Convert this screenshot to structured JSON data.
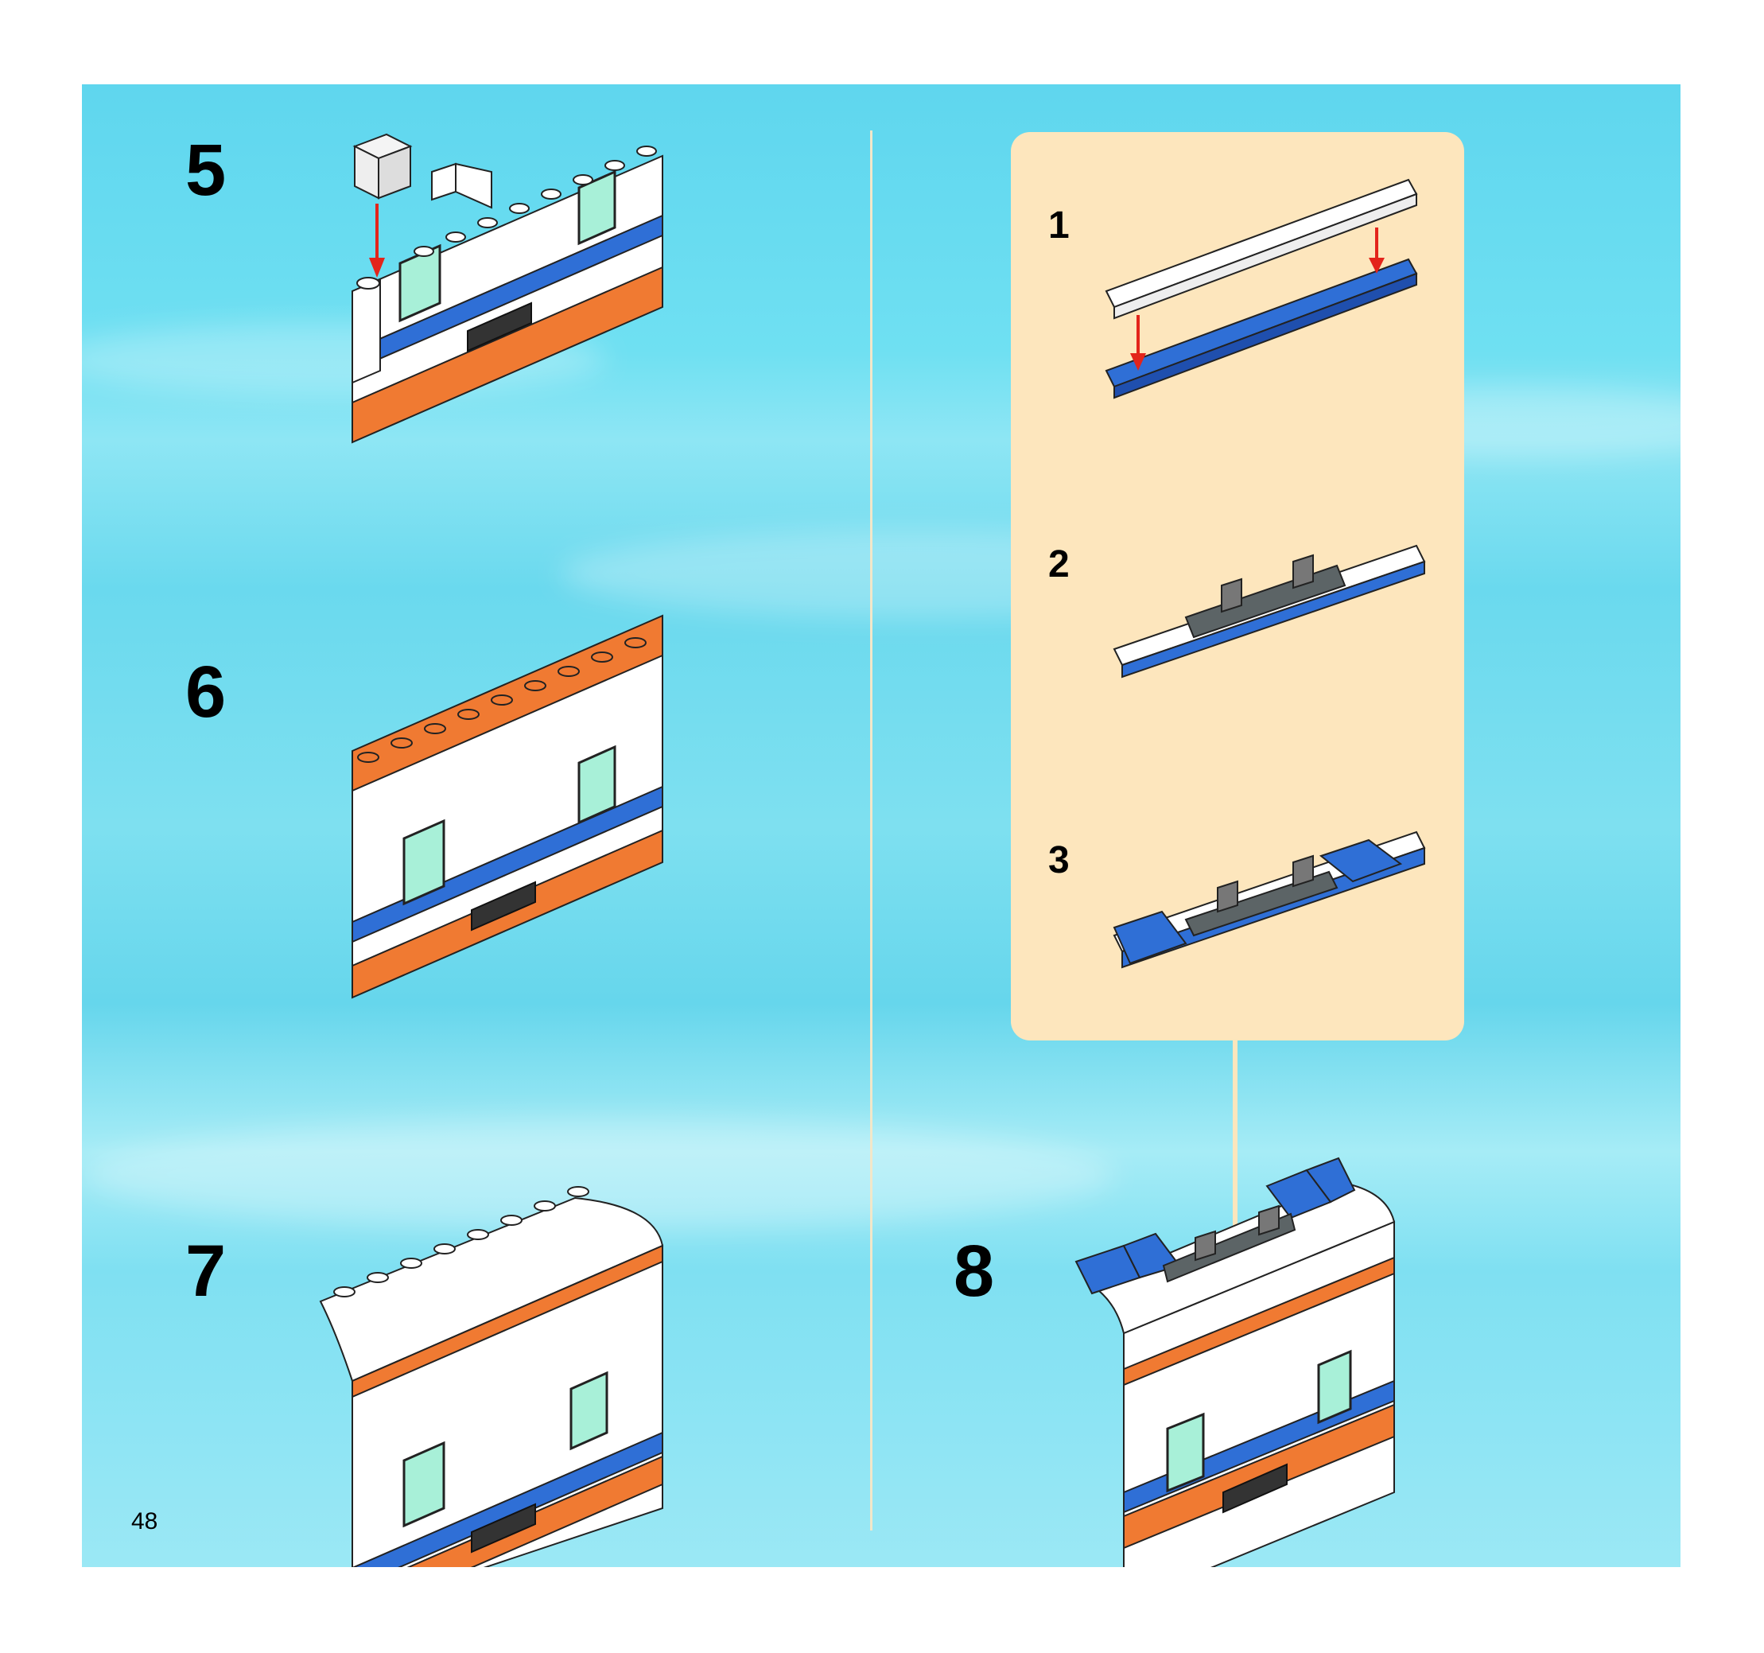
{
  "page_number": "48",
  "steps": [
    {
      "label": "5"
    },
    {
      "label": "6"
    },
    {
      "label": "7"
    },
    {
      "label": "8"
    }
  ],
  "substeps": [
    {
      "label": "1"
    },
    {
      "label": "2"
    },
    {
      "label": "3"
    }
  ],
  "colors": {
    "background": "#6ad9ee",
    "callout": "#fde6bd",
    "white_brick": "#ffffff",
    "blue": "#2f6fd6",
    "orange": "#f07a32",
    "dark_gray": "#5c6466",
    "window_glass": "#a8f0d8",
    "arrow": "#e3241b"
  }
}
